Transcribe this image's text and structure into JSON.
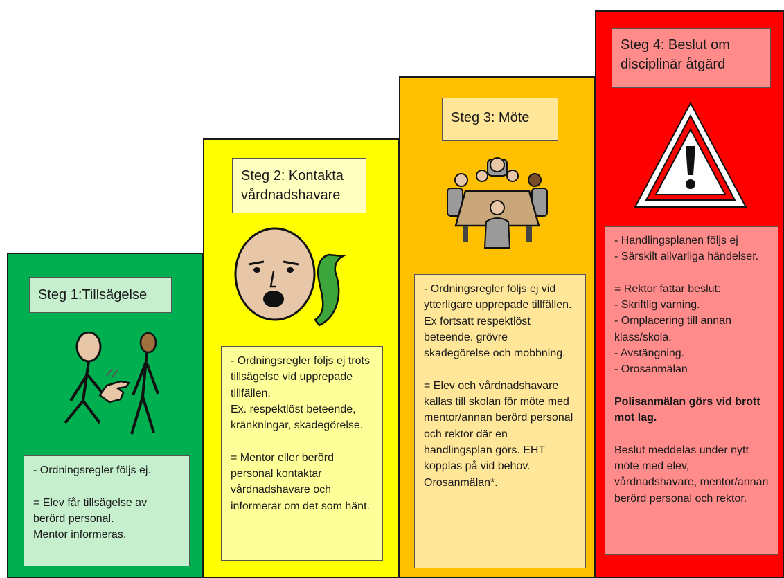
{
  "steps": [
    {
      "title": "Steg 1:Tillsägelse",
      "desc": "- Ordningsregler följs ej.\n\n= Elev får tillsägelse av berörd personal.\nMentor informeras."
    },
    {
      "title": "Steg 2: Kontakta\nvårdnadshavare",
      "desc": "- Ordningsregler följs ej trots tillsägelse vid upprepade tillfällen.\nEx. respektlöst beteende, kränkningar, skadegörelse.\n\n= Mentor eller berörd personal kontaktar vårdnadshavare och informerar om det som hänt."
    },
    {
      "title": "Steg 3: Möte",
      "desc": "- Ordningsregler följs ej vid ytterligare upprepade tillfällen. Ex fortsatt respektlöst beteende. grövre skadegörelse och mobbning.\n\n= Elev och vårdnadshavare kallas till skolan för möte med mentor/annan berörd personal och rektor där en handlingsplan görs. EHT kopplas på vid behov. Orosanmälan*."
    },
    {
      "title": "Steg 4: Beslut om\ndisciplinär åtgärd",
      "desc_part1": "- Handlingsplanen följs ej\n- Särskilt allvarliga händelser.\n\n = Rektor fattar beslut:\n- Skriftlig varning.\n- Omplacering till annan klass/skola.\n- Avstängning.\n- Orosanmälan\n\n",
      "desc_bold": "Polisanmälan görs vid brott mot lag.",
      "desc_part2": "\n\nBeslut meddelas under nytt möte med elev, vårdnadshavare, mentor/annan berörd personal och rektor."
    }
  ],
  "icons": [
    "pointing-people-icon",
    "phone-call-icon",
    "meeting-table-icon",
    "warning-triangle-icon"
  ],
  "colors": {
    "step1": "#00b050",
    "step2": "#ffff00",
    "step3": "#ffc000",
    "step4": "#ff0000"
  }
}
